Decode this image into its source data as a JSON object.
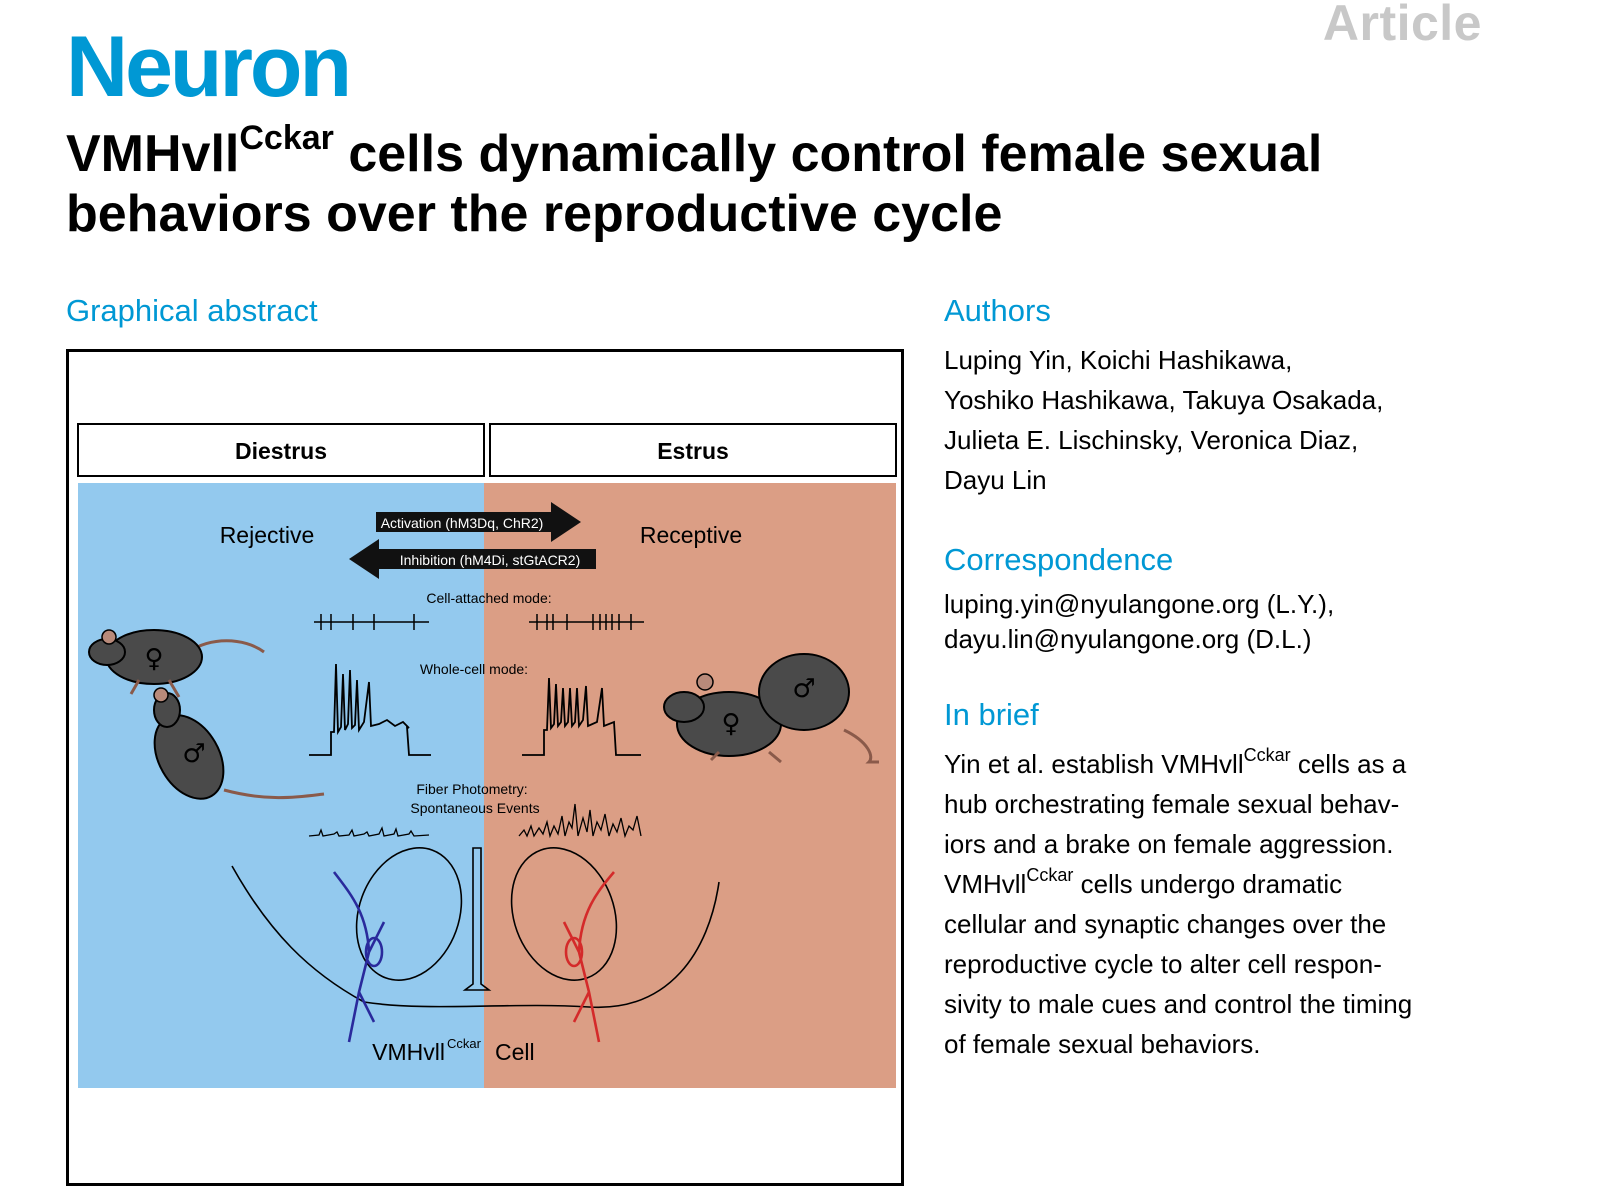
{
  "header": {
    "journal": "Neuron",
    "article_type": "Article",
    "title_part1": "VMHvll",
    "title_sup": "Cckar",
    "title_part2": " cells dynamically control female sexual behaviors over the reproductive cycle"
  },
  "graphical_abstract": {
    "heading": "Graphical abstract",
    "left_phase": "Diestrus",
    "right_phase": "Estrus",
    "left_state": "Rejective",
    "right_state": "Receptive",
    "activation_label": "Activation (hM3Dq, ChR2)",
    "inhibition_label": "Inhibition (hM4Di, stGtACR2)",
    "cell_attached_label": "Cell-attached mode:",
    "whole_cell_label": "Whole-cell mode:",
    "fiber_label_1": "Fiber Photometry:",
    "fiber_label_2": "Spontaneous Events",
    "cell_label_main": "VMHvll",
    "cell_label_sup": "Cckar",
    "cell_label_end": " Cell",
    "female_symbol": "♀",
    "male_symbol": "♂",
    "colors": {
      "diestrus_bg": "#93c9ee",
      "estrus_bg": "#db9e85",
      "diestrus_cell": "#2a2a9c",
      "estrus_cell": "#d42a2a",
      "mouse_body": "#4a4a4a"
    }
  },
  "authors": {
    "heading": "Authors",
    "lines": [
      "Luping Yin, Koichi Hashikawa,",
      "Yoshiko Hashikawa, Takuya Osakada,",
      "Julieta E. Lischinsky, Veronica Diaz,",
      "Dayu Lin"
    ]
  },
  "correspondence": {
    "heading": "Correspondence",
    "lines": [
      "luping.yin@nyulangone.org (L.Y.),",
      "dayu.lin@nyulangone.org (D.L.)"
    ]
  },
  "in_brief": {
    "heading": "In brief",
    "l1a": "Yin et al. establish VMHvll",
    "l1sup": "Cckar",
    "l1b": " cells as a",
    "l2": "hub orchestrating female sexual behav-",
    "l3": "iors and a brake on female aggression.",
    "l4a": "VMHvll",
    "l4sup": "Cckar",
    "l4b": " cells undergo dramatic",
    "l5": "cellular and synaptic changes over the",
    "l6": "reproductive cycle to alter cell respon-",
    "l7": "sivity to male cues and control the timing",
    "l8": "of female sexual behaviors."
  }
}
